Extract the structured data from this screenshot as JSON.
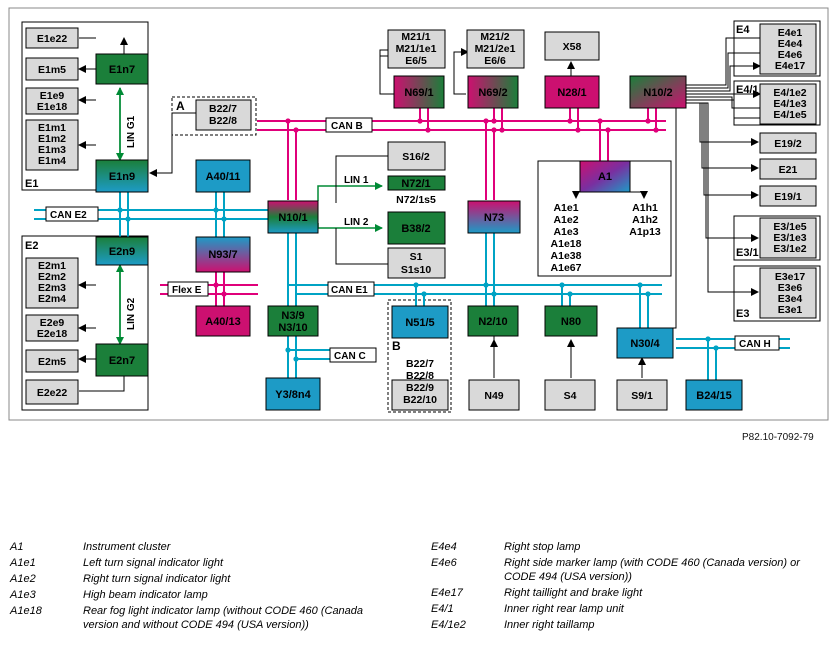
{
  "figure_id": "P82.10-7092-79",
  "colors": {
    "can_pink": "#e0007a",
    "can_cyan": "#00a3c4",
    "lin_green": "#008a35",
    "module_green": "#1b7f3a",
    "module_cyan": "#1d9bc6",
    "module_magenta": "#cc1070",
    "box_grey": "#d9d9d9"
  },
  "groups": {
    "e1": "E1",
    "e2": "E2",
    "e3": "E3",
    "e3_1": "E3/1",
    "e4": "E4",
    "e4_1": "E4/1",
    "a": "A",
    "b": "B"
  },
  "bus_labels": {
    "can_b": "CAN B",
    "can_e2": "CAN E2",
    "can_e1": "CAN E1",
    "can_c": "CAN C",
    "can_h": "CAN H",
    "flex_e": "Flex E",
    "lin1": "LIN 1",
    "lin2": "LIN 2",
    "ling1": "LIN G1",
    "ling2": "LIN G2"
  },
  "modules": {
    "e1n7": "E1n7",
    "e1n9": "E1n9",
    "e2n9": "E2n9",
    "e2n7": "E2n7",
    "a40_11": "A40/11",
    "n93_7": "N93/7",
    "a40_13": "A40/13",
    "n10_1": "N10/1",
    "n3_9": "N3/9",
    "n3_10": "N3/10",
    "y3_8n4": "Y3/8n4",
    "n69_1": "N69/1",
    "n69_2": "N69/2",
    "n28_1": "N28/1",
    "n10_2": "N10/2",
    "n72_1": "N72/1",
    "b38_2": "B38/2",
    "n73": "N73",
    "a1": "A1",
    "n51_5": "N51/5",
    "n2_10": "N2/10",
    "n80": "N80",
    "n30_4": "N30/4",
    "b24_15": "B24/15"
  },
  "components": {
    "e1e22": "E1e22",
    "e1m5": "E1m5",
    "e1e9": "E1e9",
    "e1e18": "E1e18",
    "e1m1": "E1m1",
    "e1m2": "E1m2",
    "e1m3": "E1m3",
    "e1m4": "E1m4",
    "b22_7": "B22/7",
    "b22_8": "B22/8",
    "b22_9": "B22/9",
    "b22_10": "B22/10",
    "e2m1": "E2m1",
    "e2m2": "E2m2",
    "e2m3": "E2m3",
    "e2m4": "E2m4",
    "e2e9": "E2e9",
    "e2e18": "E2e18",
    "e2m5": "E2m5",
    "e2e22": "E2e22",
    "m21_1": "M21/1",
    "m21_1e1": "M21/1e1",
    "e6_5": "E6/5",
    "m21_2": "M21/2",
    "m21_2e1": "M21/2e1",
    "e6_6": "E6/6",
    "x58": "X58",
    "s16_2": "S16/2",
    "n72_1s5": "N72/1s5",
    "s1": "S1",
    "s1s10": "S1s10",
    "a1e1": "A1e1",
    "a1e2": "A1e2",
    "a1e3": "A1e3",
    "a1e18": "A1e18",
    "a1e38": "A1e38",
    "a1e67": "A1e67",
    "a1h1": "A1h1",
    "a1h2": "A1h2",
    "a1p13": "A1p13",
    "n49": "N49",
    "s4": "S4",
    "s9_1": "S9/1",
    "e4e1": "E4e1",
    "e4e4": "E4e4",
    "e4e6": "E4e6",
    "e4e17": "E4e17",
    "e4_1e2": "E4/1e2",
    "e4_1e3": "E4/1e3",
    "e4_1e5": "E4/1e5",
    "e19_2": "E19/2",
    "e21": "E21",
    "e19_1": "E19/1",
    "e3_1e5": "E3/1e5",
    "e3_1e3": "E3/1e3",
    "e3_1e2": "E3/1e2",
    "e3e17": "E3e17",
    "e3e6": "E3e6",
    "e3e4": "E3e4",
    "e3e1": "E3e1"
  },
  "legend_left": [
    {
      "code": "A1",
      "text": "Instrument cluster"
    },
    {
      "code": "A1e1",
      "text": "Left turn signal indicator light"
    },
    {
      "code": "A1e2",
      "text": "Right turn signal indicator light"
    },
    {
      "code": "A1e3",
      "text": "High beam indicator lamp"
    },
    {
      "code": "A1e18",
      "text": "Rear fog light indicator lamp (without CODE 460 (Canada version and without CODE 494 (USA version))"
    }
  ],
  "legend_right": [
    {
      "code": "E4e4",
      "text": "Right stop lamp"
    },
    {
      "code": "E4e6",
      "text": "Right side marker lamp (with CODE 460 (Canada version) or CODE 494 (USA version))"
    },
    {
      "code": "E4e17",
      "text": "Right taillight and brake light"
    },
    {
      "code": "E4/1",
      "text": "Inner right rear lamp unit"
    },
    {
      "code": "E4/1e2",
      "text": "Inner right taillamp"
    }
  ]
}
